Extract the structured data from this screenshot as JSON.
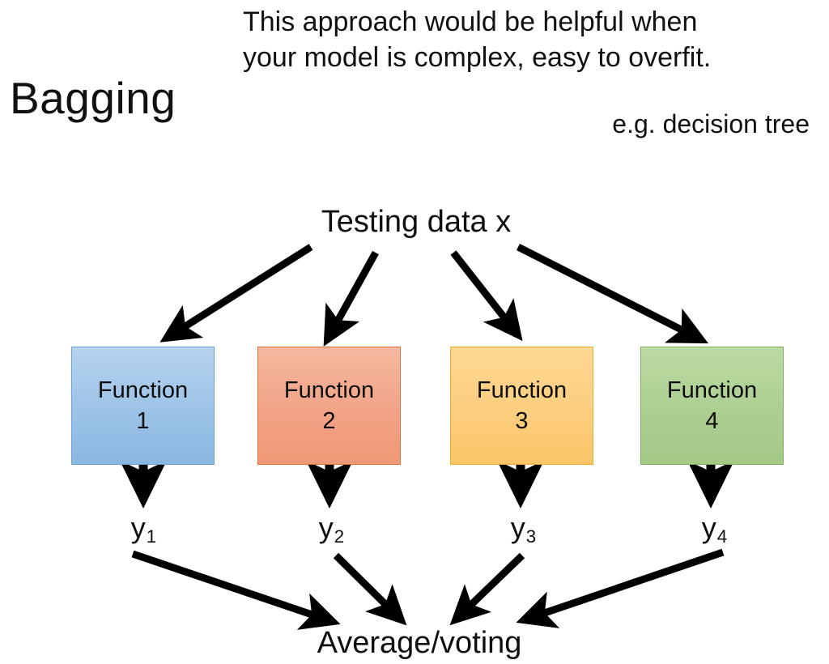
{
  "slide": {
    "title": "Bagging",
    "subtitle_line1": "This approach would be helpful when",
    "subtitle_line2": "your model is complex, easy to overfit.",
    "example_note": "e.g. decision tree"
  },
  "diagram": {
    "input_label": "Testing data x",
    "output_label": "Average/voting",
    "functions": [
      {
        "word": "Function",
        "number": "1",
        "color": "#9cc3e7",
        "border": "#6ba4d6",
        "output": "y",
        "output_subscript": "1"
      },
      {
        "word": "Function",
        "number": "2",
        "color": "#f2a387",
        "border": "#e2703a",
        "output": "y",
        "output_subscript": "2"
      },
      {
        "word": "Function",
        "number": "3",
        "color": "#fcce7f",
        "border": "#f0ab28",
        "output": "y",
        "output_subscript": "3"
      },
      {
        "word": "Function",
        "number": "4",
        "color": "#accf91",
        "border": "#7fb15c",
        "output": "y",
        "output_subscript": "4"
      }
    ]
  },
  "colors": {
    "background": "#ffffff",
    "text": "#0f0f0f",
    "arrow": "#000000"
  }
}
